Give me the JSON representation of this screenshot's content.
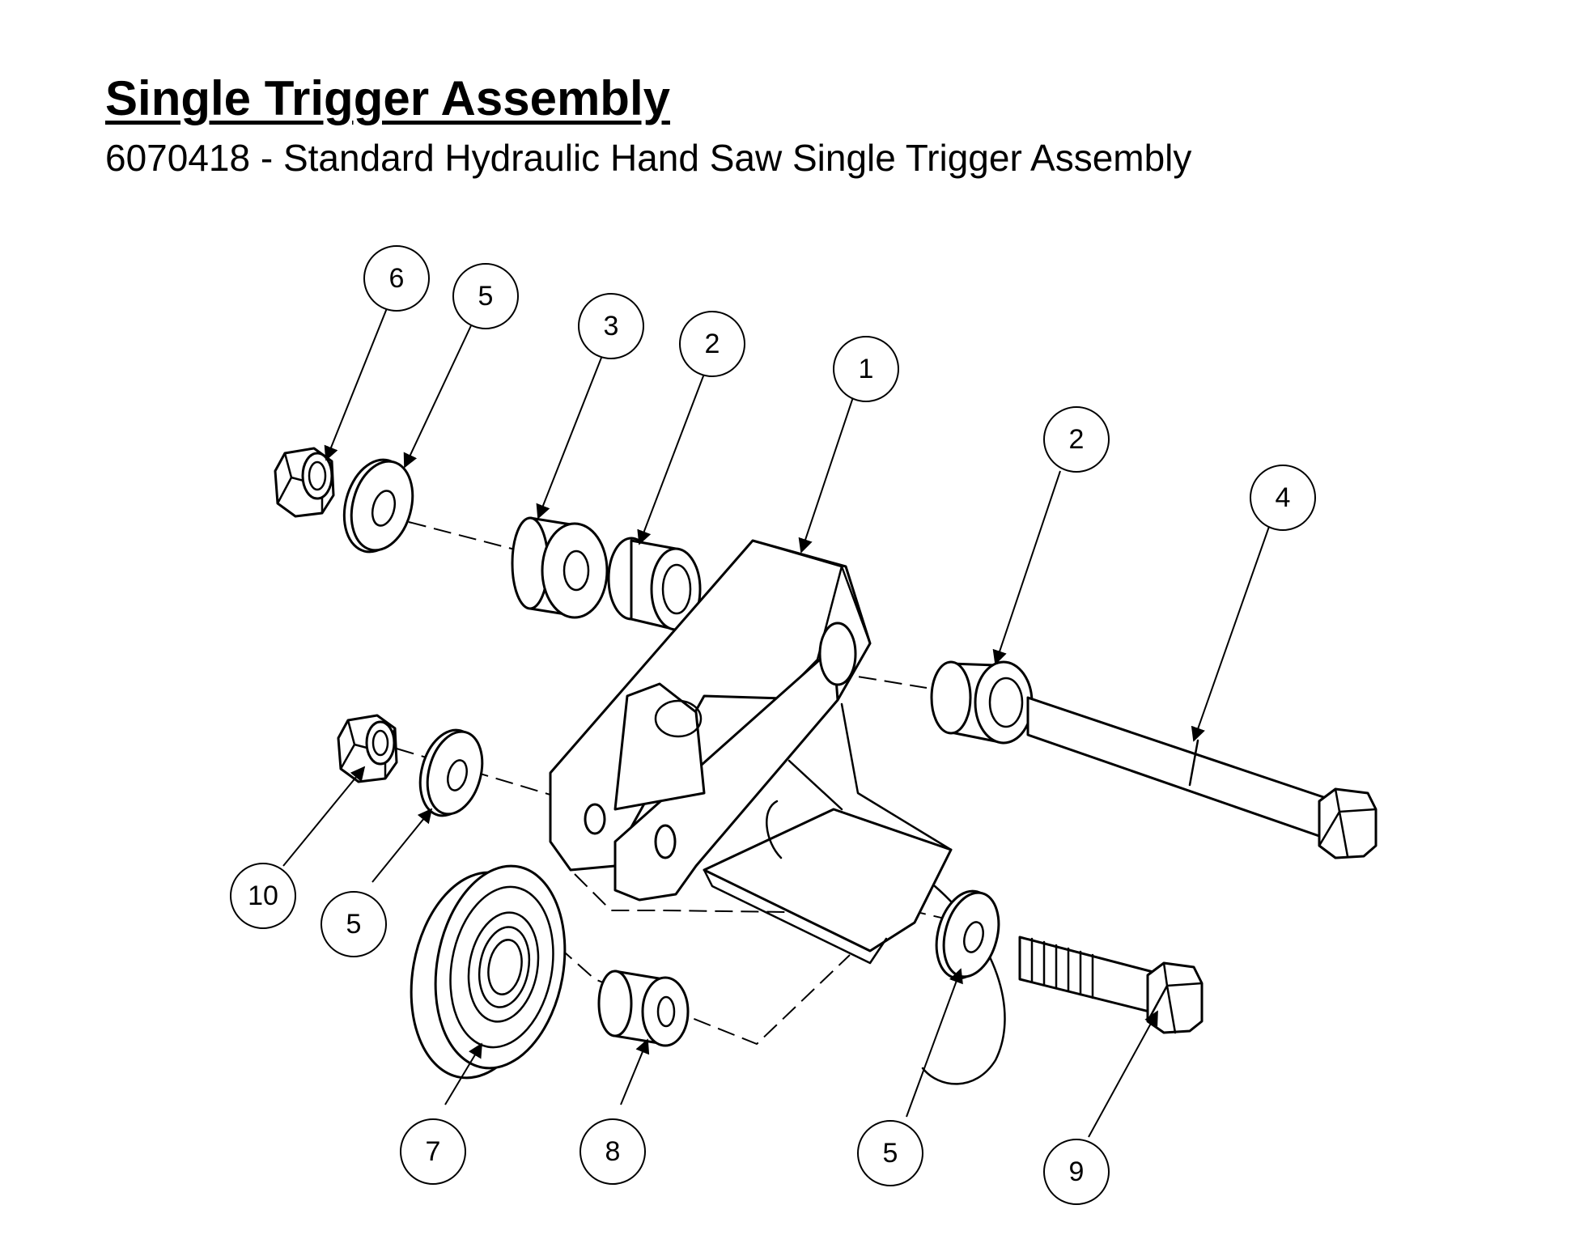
{
  "header": {
    "title": "Single Trigger Assembly",
    "subtitle": "6070418 - Standard Hydraulic Hand Saw Single Trigger Assembly"
  },
  "callouts": [
    {
      "id": "callout-6-top",
      "label": "6"
    },
    {
      "id": "callout-5-top",
      "label": "5"
    },
    {
      "id": "callout-3",
      "label": "3"
    },
    {
      "id": "callout-2-left",
      "label": "2"
    },
    {
      "id": "callout-1",
      "label": "1"
    },
    {
      "id": "callout-2-right",
      "label": "2"
    },
    {
      "id": "callout-4",
      "label": "4"
    },
    {
      "id": "callout-10",
      "label": "10"
    },
    {
      "id": "callout-5-mid",
      "label": "5"
    },
    {
      "id": "callout-7",
      "label": "7"
    },
    {
      "id": "callout-8",
      "label": "8"
    },
    {
      "id": "callout-5-bottom",
      "label": "5"
    },
    {
      "id": "callout-9",
      "label": "9"
    }
  ]
}
